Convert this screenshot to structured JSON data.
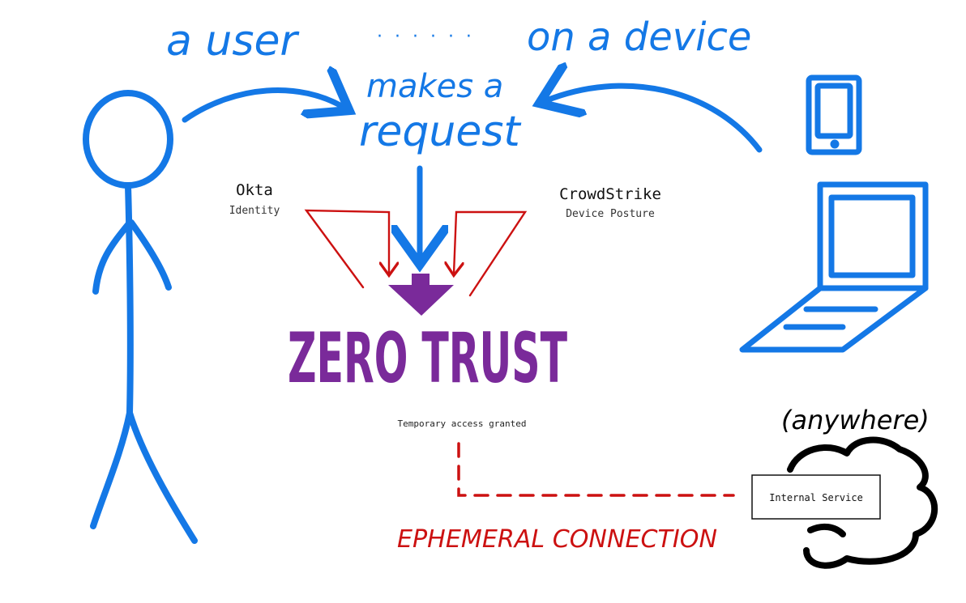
{
  "colors": {
    "blue_ink": "#1478e6",
    "red_ink": "#cc1111",
    "purple_ink": "#7a2a9a",
    "black_ink": "#000000"
  },
  "labels": {
    "user_text": "a user",
    "dots": "· · · · · ·",
    "device_text": "on a device",
    "makes_a": "makes a",
    "request": "request",
    "okta_name": "Okta",
    "okta_sub": "Identity",
    "crowdstrike_name": "CrowdStrike",
    "crowdstrike_sub": "Device Posture",
    "zero_trust": "ZERO TRUST",
    "temporary_access": "Temporary access granted",
    "anywhere": "(anywhere)",
    "internal_service": "Internal Service",
    "ephemeral": "EPHEMERAL CONNECTION"
  },
  "icons": [
    "stick-figure-icon",
    "phone-icon",
    "laptop-icon",
    "cloud-icon",
    "down-arrow-icon"
  ]
}
